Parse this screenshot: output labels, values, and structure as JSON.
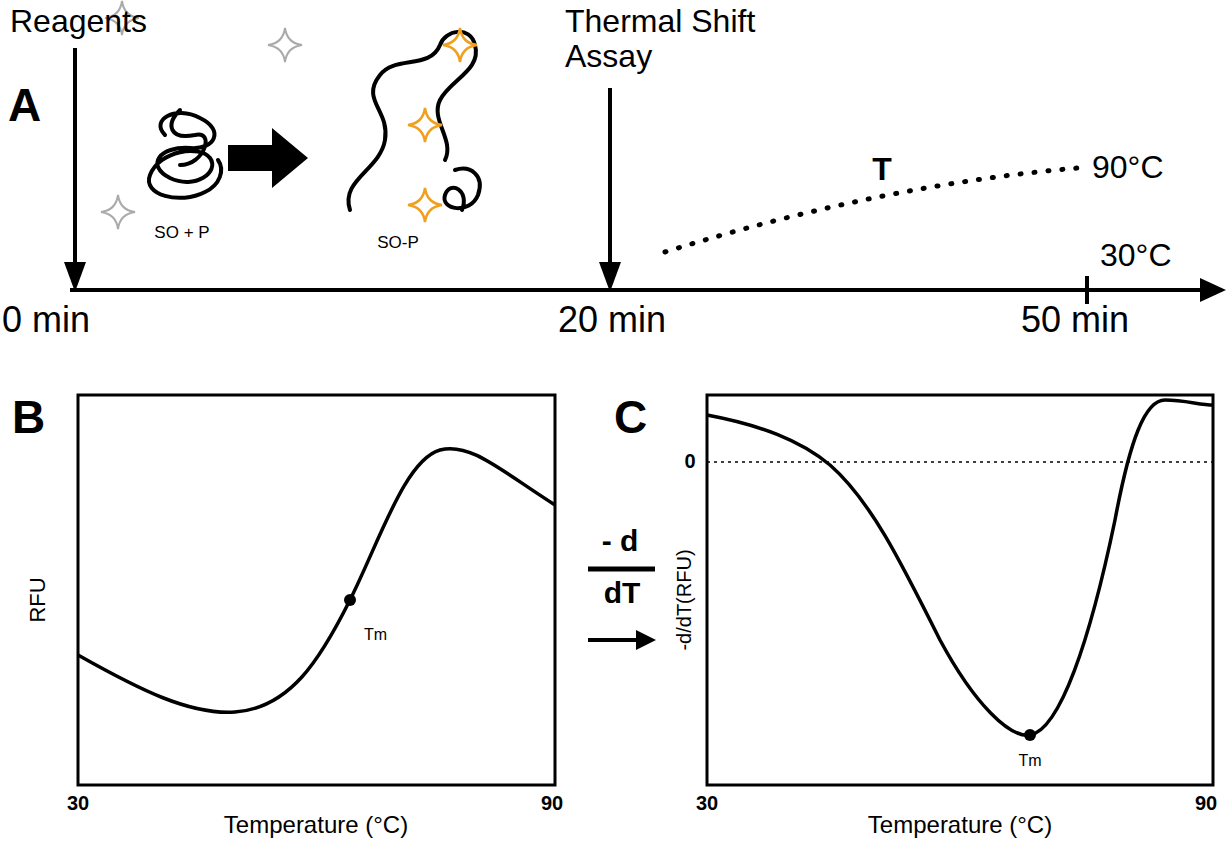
{
  "diagram": {
    "labels": [
      "Reagents",
      "Thermal Shift Assay",
      "A",
      "SO + P",
      "SO-P",
      "T",
      "90°C",
      "30°C",
      "0 min",
      "20 min",
      "50 min",
      "B",
      "RFU",
      "Tm",
      "30",
      "Temperature (°C)",
      "90",
      "- d",
      "dT",
      "C",
      "-d/dT(RFU)",
      "0",
      "Tm",
      "30",
      "Temperature (°C)",
      "90"
    ]
  }
}
